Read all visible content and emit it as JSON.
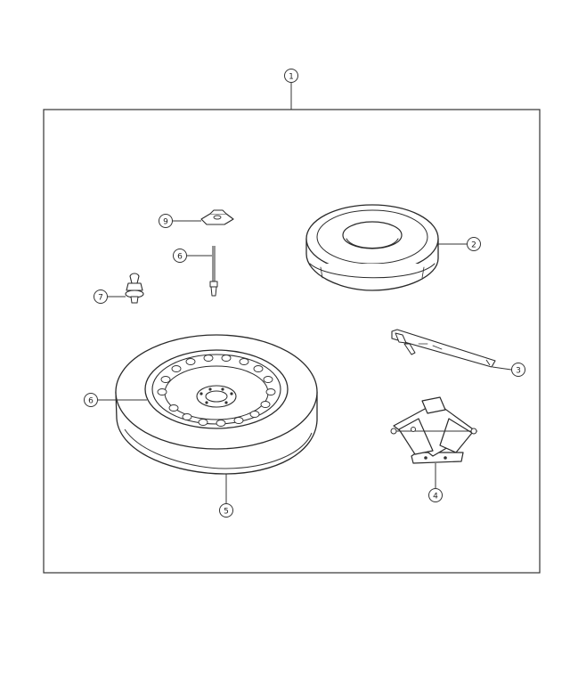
{
  "callouts": [
    {
      "id": "c1",
      "label": "1",
      "part": "spare-tire-kit"
    },
    {
      "id": "c2",
      "label": "2",
      "part": "tire-storage-cover"
    },
    {
      "id": "c3",
      "label": "3",
      "part": "jack-handle-wrench"
    },
    {
      "id": "c4",
      "label": "4",
      "part": "scissor-jack"
    },
    {
      "id": "c5",
      "label": "5",
      "part": "spare-tire"
    },
    {
      "id": "c6a",
      "label": "6",
      "part": "wheel-stud"
    },
    {
      "id": "c6b",
      "label": "6",
      "part": "spare-wheel"
    },
    {
      "id": "c7",
      "label": "7",
      "part": "valve-stem"
    },
    {
      "id": "c9",
      "label": "9",
      "part": "wing-nut"
    }
  ],
  "colors": {
    "line": "#2a2a2a",
    "background": "#ffffff"
  }
}
